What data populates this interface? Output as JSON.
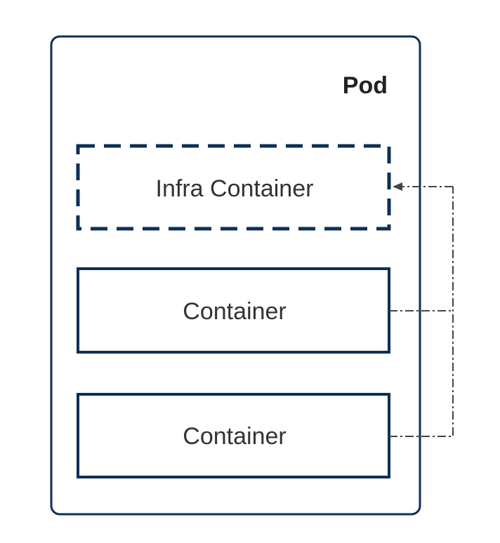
{
  "diagram": {
    "pod_label": "Pod",
    "infra_container_label": "Infra Container",
    "containers": [
      "Container",
      "Container"
    ]
  },
  "colors": {
    "border": "#0d2f57",
    "connector": "#444444",
    "text_dark": "#222222",
    "text_body": "#333333",
    "background": "#ffffff"
  }
}
